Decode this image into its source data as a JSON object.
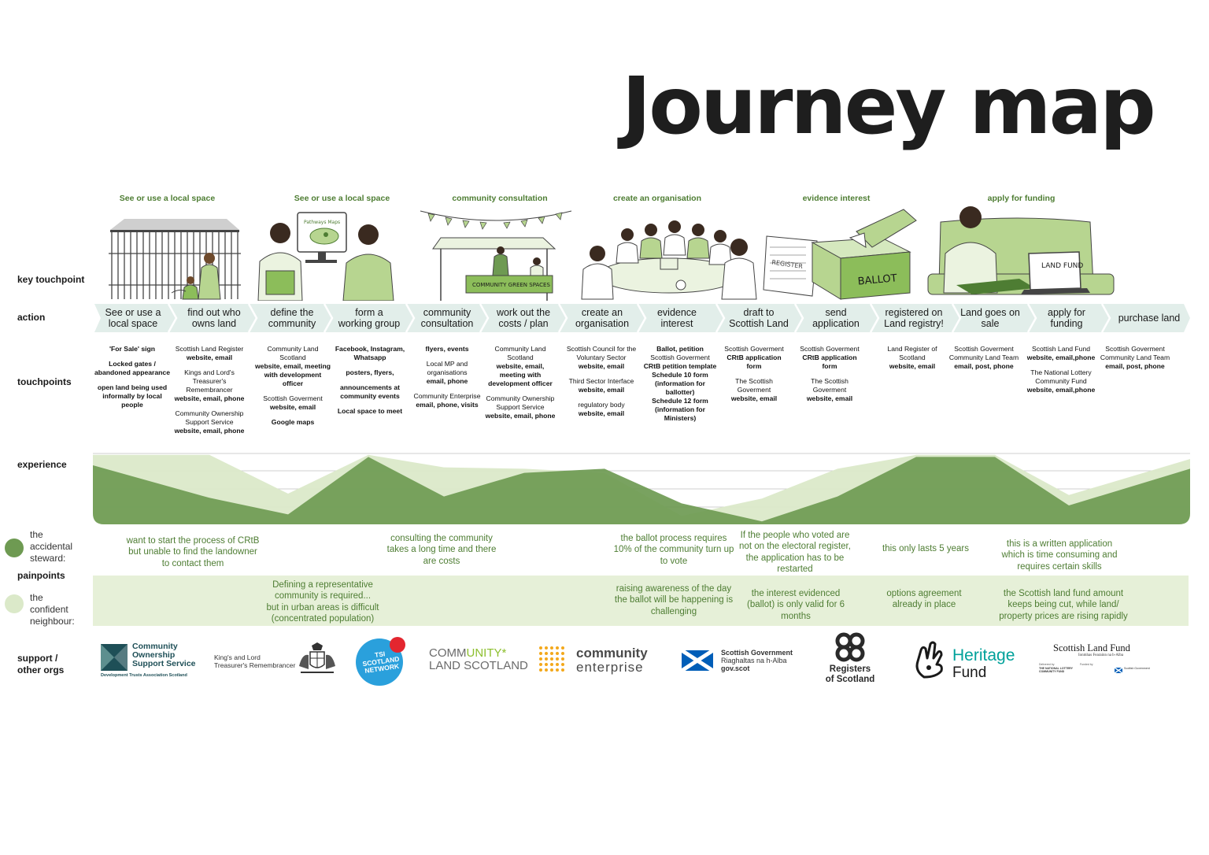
{
  "title": "Journey map",
  "row_labels": {
    "key_touchpoint": "key touchpoint",
    "action": "action",
    "touchpoints": "touchpoints",
    "experience": "experience",
    "painpoints": "painpoints",
    "support": "support /\nother orgs"
  },
  "personas": {
    "accidental": "the\naccidental\nsteward:",
    "confident": "the\nconfident\nneighbour:"
  },
  "stages": [
    "See or use a local space",
    "See or use a local space",
    "community consultation",
    "create an organisation",
    "evidence interest",
    "apply for funding"
  ],
  "illustration_text": {
    "screen": "Pathways Maps",
    "banner": "COMMUNITY GREEN SPACES",
    "ballot": "BALLOT",
    "register": "REGISTER",
    "laptop": "LAND FUND"
  },
  "actions": [
    "See or use a\nlocal space",
    "find out who\nowns land",
    "define the\ncommunity",
    "form a\nworking group",
    "community\nconsultation",
    "work out the\ncosts / plan",
    "create an\norganisation",
    "evidence\ninterest",
    "draft to\nScottish Land",
    "send\napplication",
    "registered on\nLand registry!",
    "Land goes on\nsale",
    "apply for\nfunding",
    "purchase land"
  ],
  "touchpoints": [
    [
      [
        "'For Sale' sign",
        true
      ],
      [
        "",
        false
      ],
      [
        "Locked gates / abandoned appearance",
        true
      ],
      [
        "",
        false
      ],
      [
        "open land being used informally by local people",
        true
      ]
    ],
    [
      [
        "Scottish Land Register",
        false
      ],
      [
        "website, email",
        true
      ],
      [
        "",
        false
      ],
      [
        "Kings and Lord's Treasurer's Remembrancer",
        false
      ],
      [
        "website, email, phone",
        true
      ],
      [
        "",
        false
      ],
      [
        "Community Ownership Support Service",
        false
      ],
      [
        "website, email, phone",
        true
      ]
    ],
    [
      [
        "Community Land Scotland",
        false
      ],
      [
        "website, email, meeting with development officer",
        true
      ],
      [
        "",
        false
      ],
      [
        "Scottish Goverment",
        false
      ],
      [
        "website, email",
        true
      ],
      [
        "",
        false
      ],
      [
        "Google maps",
        true
      ]
    ],
    [
      [
        "Facebook, Instagram, Whatsapp",
        true
      ],
      [
        "",
        false
      ],
      [
        "posters, flyers,",
        true
      ],
      [
        "",
        false
      ],
      [
        "announcements at community events",
        true
      ],
      [
        "",
        false
      ],
      [
        "Local space to meet",
        true
      ]
    ],
    [
      [
        "flyers, events",
        true
      ],
      [
        "",
        false
      ],
      [
        "Local MP and organisations",
        false
      ],
      [
        "email, phone",
        true
      ],
      [
        "",
        false
      ],
      [
        "Community Enterprise",
        false
      ],
      [
        "email, phone, visits",
        true
      ]
    ],
    [
      [
        "Community Land Scotland",
        false
      ],
      [
        "website, email, meeting with development officer",
        true
      ],
      [
        "",
        false
      ],
      [
        "Community Ownership Support Service",
        false
      ],
      [
        "website, email, phone",
        true
      ]
    ],
    [
      [
        "Scottish Council for the Voluntary Sector",
        false
      ],
      [
        "website, email",
        true
      ],
      [
        "",
        false
      ],
      [
        "Third Sector Interface",
        false
      ],
      [
        "website, email",
        true
      ],
      [
        "",
        false
      ],
      [
        "regulatory body",
        false
      ],
      [
        "website, email",
        true
      ]
    ],
    [
      [
        "Ballot, petition",
        true
      ],
      [
        "Scottish Goverment",
        false
      ],
      [
        "CRtB petition template",
        true
      ],
      [
        "Schedule 10 form (information for ballotter)",
        true
      ],
      [
        "Schedule 12 form (information for Ministers)",
        true
      ]
    ],
    [
      [
        "Scottish Goverment",
        false
      ],
      [
        "CRtB application form",
        true
      ],
      [
        "",
        false
      ],
      [
        "The Scottish Goverment",
        false
      ],
      [
        "website, email",
        true
      ]
    ],
    [
      [
        "Scottish Goverment",
        false
      ],
      [
        "CRtB application form",
        true
      ],
      [
        "",
        false
      ],
      [
        "The Scottish Goverment",
        false
      ],
      [
        "website, email",
        true
      ]
    ],
    [
      [
        "Land Register of Scotland",
        false
      ],
      [
        "website, email",
        true
      ]
    ],
    [
      [
        "Scottish Goverment Community Land Team",
        false
      ],
      [
        "email, post, phone",
        true
      ]
    ],
    [
      [
        "Scottish Land Fund",
        false
      ],
      [
        "website, email,phone",
        true
      ],
      [
        "",
        false
      ],
      [
        "The National Lottery Community Fund",
        false
      ],
      [
        "website, email,phone",
        true
      ]
    ],
    [
      [
        "Scottish Goverment Community Land Team",
        false
      ],
      [
        "email, post, phone",
        true
      ]
    ]
  ],
  "painpoints_accidental": [
    "want to start the process of CRtB but unable to find the landowner to contact them",
    "consulting the community takes a long time and there are costs",
    "the ballot process requires 10% of the community turn up to vote",
    "If the people who voted are not on the electoral register, the application has to be restarted",
    "this only lasts 5 years",
    "this is a written application which is time consuming and requires certain skills"
  ],
  "painpoints_confident": [
    "Defining a representative community is required...\nbut in urban areas is difficult (concentrated population)",
    "raising awareness of the day the ballot will be happening is challenging",
    "the interest evidenced (ballot) is only valid for 6 months",
    "options agreement already in place",
    "the Scottish land fund amount keeps being cut, while land/ property prices are rising rapidly"
  ],
  "experience": {
    "accidental": [
      0.83,
      0.36,
      0.12,
      0.95,
      0.38,
      0.72,
      0.78,
      0.28,
      0.02,
      0.38,
      0.95,
      0.95,
      0.25,
      0.78
    ],
    "confident": [
      0.98,
      0.98,
      0.42,
      0.98,
      0.8,
      0.78,
      0.72,
      0.1,
      0.35,
      0.78,
      0.98,
      0.98,
      0.4,
      0.92
    ]
  },
  "orgs": {
    "coss": {
      "line1": "Community",
      "line2": "Ownership",
      "line3": "Support Service",
      "sub": "Development Trusts Association Scotland"
    },
    "kltr": {
      "line1": "King's and Lord",
      "line2": "Treasurer's Remembrancer"
    },
    "tsi": {
      "line1": "TSI",
      "line2": "SCOTLAND",
      "line3": "NETWORK"
    },
    "cls": {
      "line1a": "COMM",
      "line1b": "UNITY",
      "line1c": "*",
      "line2": "LAND SCOTLAND"
    },
    "ce": {
      "line1": "community",
      "line2": "enterprise"
    },
    "sg": {
      "line1": "Scottish Government",
      "line2": "Riaghaltas na h-Alba",
      "line3": "gov.scot"
    },
    "ros": {
      "line1": "Registers",
      "line2": "of Scotland"
    },
    "hf": {
      "line1": "Heritage",
      "line2": "Fund"
    },
    "slf": {
      "line1": "Scottish Land Fund",
      "line2": "Ionmhas Fearainn na h-Alba",
      "fine1": "Delivered by",
      "fine2": "THE NATIONAL LOTTERY COMMUNITY FUND",
      "fine3": "Funded by",
      "fine4": "Scottish Government"
    }
  },
  "colors": {
    "accidental": "#6e9a52",
    "confident": "#dbe9c9",
    "stage_text": "#4e7d33",
    "action_band": "#e2eeea",
    "pain_band": "#e6f0d8"
  }
}
